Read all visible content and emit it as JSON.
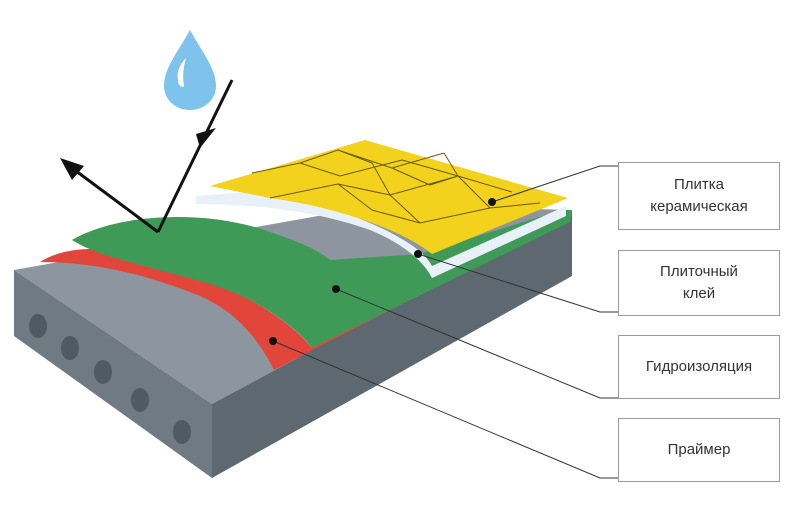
{
  "labels": {
    "tile": "Плитка\nкерамическая",
    "adhesive": "Плиточный\nклей",
    "waterproofing": "Гидроизоляция",
    "primer": "Праймер"
  },
  "colors": {
    "slab_top": "#8d969e",
    "slab_front": "#6f7a83",
    "slab_side": "#5d6871",
    "slab_hole": "#4f5a63",
    "primer_red": "#e2463a",
    "waterproof_green": "#3f9a57",
    "adhesive_white": "#e9f1f8",
    "tile_yellow": "#f2d21c",
    "water_drop": "#7ec3ec",
    "leader_line": "#333333"
  },
  "icons": [
    "water-drop-icon",
    "incoming-arrow-icon",
    "reflected-arrow-icon"
  ]
}
